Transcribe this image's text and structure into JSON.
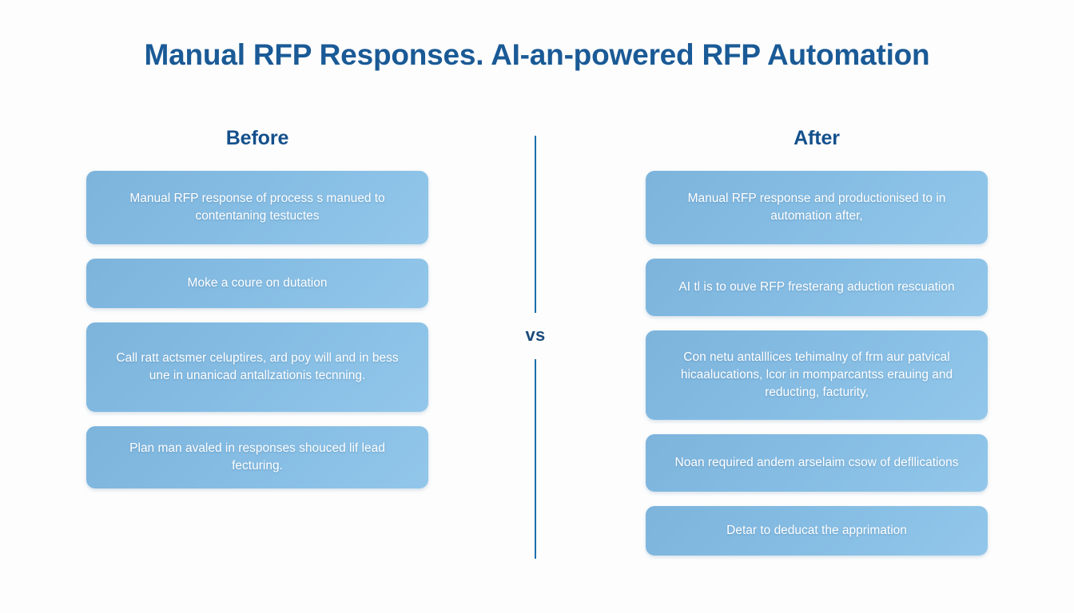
{
  "page": {
    "title": "Manual RFP Responses. AI-an-powered RFP Automation",
    "background_color": "#fdfdfd",
    "title_color": "#1a5a96",
    "heading_color": "#14508c",
    "card_gradient_start": "#7db4dc",
    "card_gradient_end": "#92c7ea",
    "card_text_color": "#ffffff",
    "divider_color": "#1b6fae"
  },
  "divider": {
    "label": "vs"
  },
  "columns": {
    "before": {
      "heading": "Before",
      "cards": [
        {
          "text": "Manual RFP response of process s manued to contentaning testuctes"
        },
        {
          "text": "Moke a coure on dutation"
        },
        {
          "text": "Call ratt actsmer celuptires, ard poy will and in bess une in unanicad antallzationis tecnning."
        },
        {
          "text": "Plan man avaled in responses shouced lif lead fecturing."
        }
      ]
    },
    "after": {
      "heading": "After",
      "cards": [
        {
          "text": "Manual RFP response and productionised to in automation after,"
        },
        {
          "text": "AI tl is to ouve RFP fresterang aduction rescuation"
        },
        {
          "text": "Con netu antalllices tehimalny of frm aur patvical hicaalucations, lcor in momparcantss erauing and reducting, facturity,"
        },
        {
          "text": "Noan required andem arselaim csow of defllications"
        },
        {
          "text": "Detar to deducat the apprimation"
        }
      ]
    }
  }
}
